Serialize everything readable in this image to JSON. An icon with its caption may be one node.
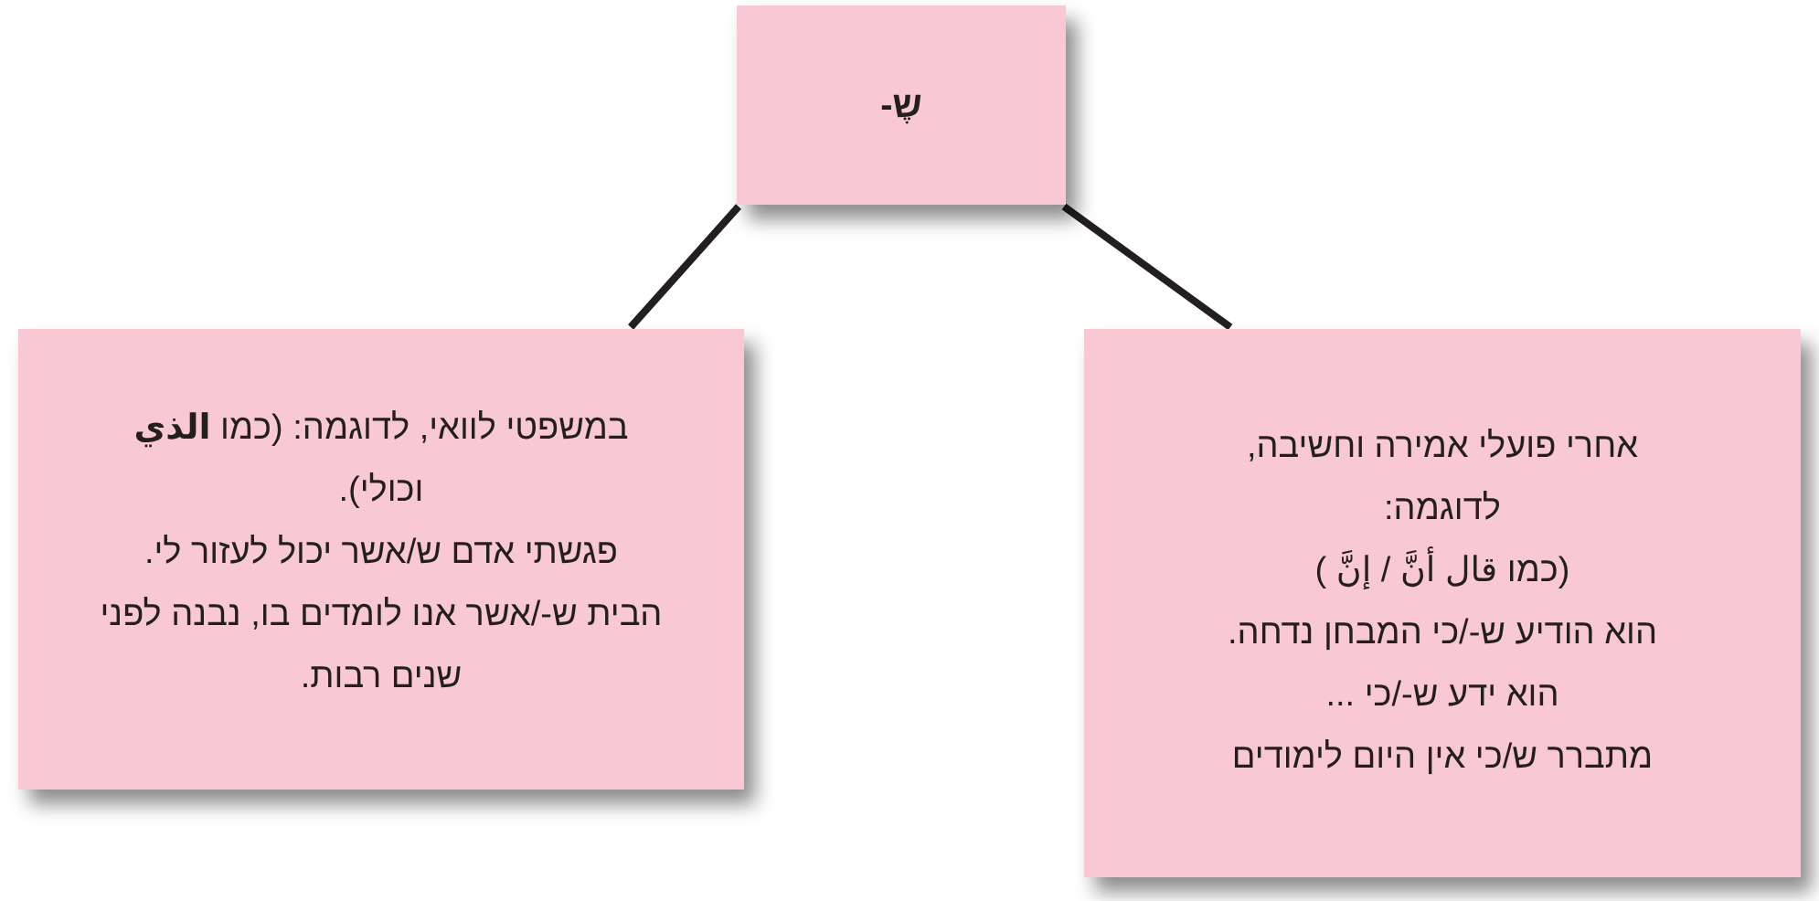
{
  "diagram": {
    "nodes": [
      {
        "text": [
          "שֶ-"
        ]
      },
      {
        "text": [
          "במשפטי לוואי, לדוגמה: (כמו **الذي** וכולי).",
          "פגשתי אדם ש/אשר יכול לעזור לי.",
          "הבית ש-/אשר אנו לומדים בו, נבנה לפני שנים רבות."
        ]
      },
      {
        "text": [
          "אחרי פועלי אמירה וחשיבה, לדוגמה:",
          "(כמו قال أنَّ / إنَّ )",
          "הוא הודיע ש-/כי המבחן נדחה.",
          "הוא ידע ש-/כי ...",
          "מתברר ש/כי אין היום לימודים"
        ]
      }
    ],
    "edges": [
      {
        "from": 0,
        "to": 1,
        "arrow": "none"
      },
      {
        "from": 0,
        "to": 2,
        "arrow": "none"
      }
    ]
  }
}
